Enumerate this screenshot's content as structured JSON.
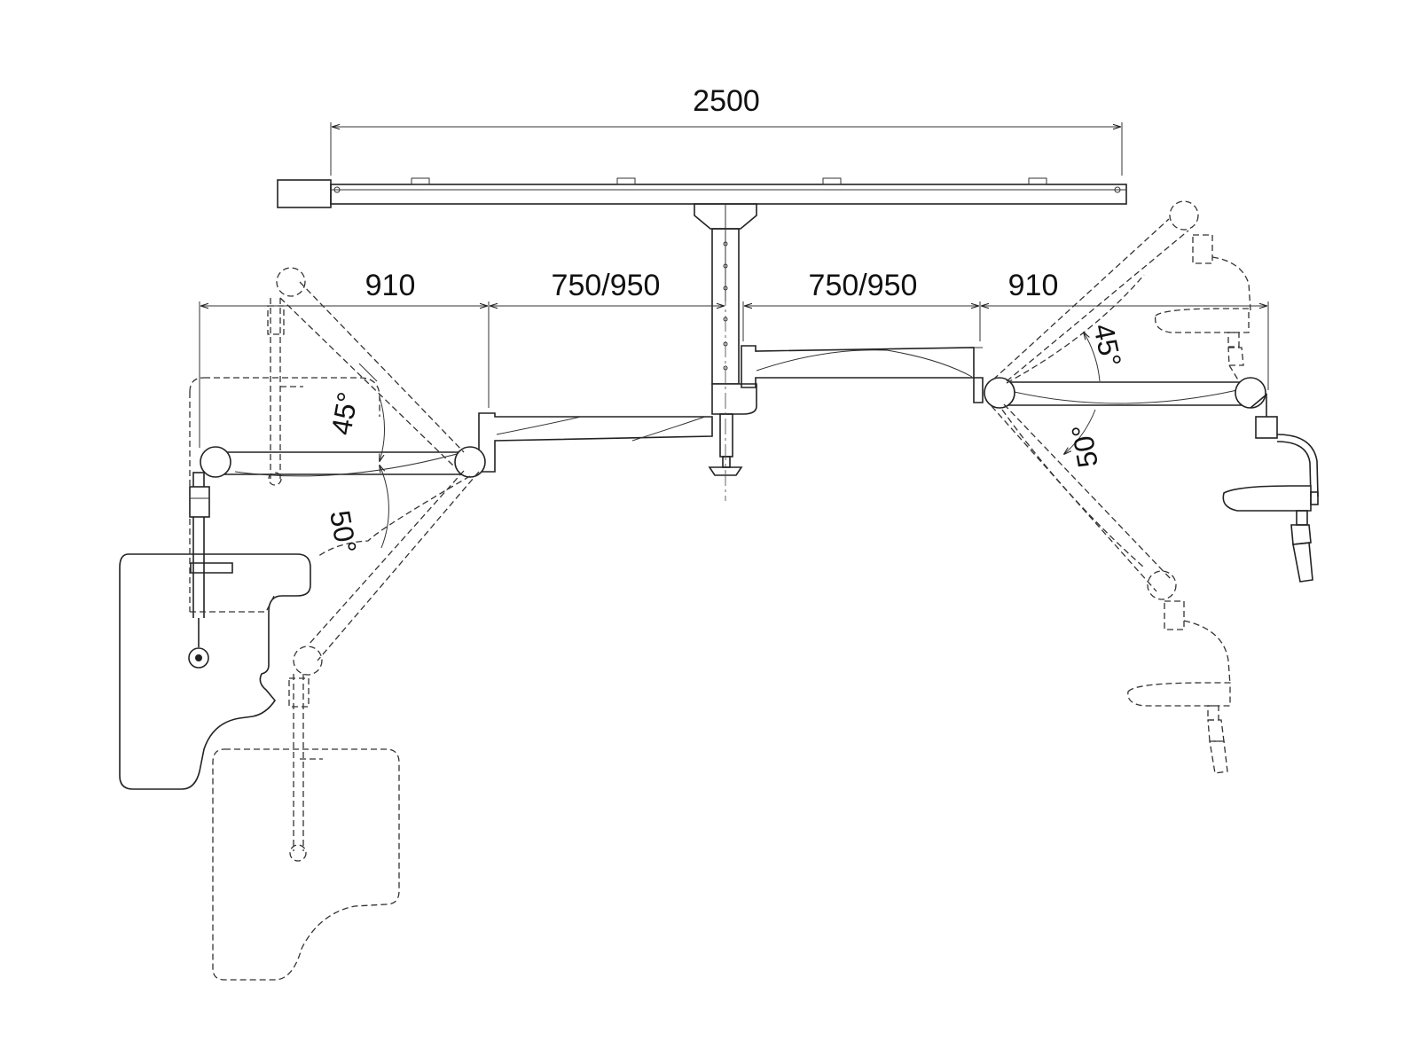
{
  "diagram": {
    "dimensions": {
      "overall_width": "2500",
      "left_outer_reach": "910",
      "left_inner_reach": "750/950",
      "right_inner_reach": "750/950",
      "right_outer_reach": "910"
    },
    "angles": {
      "left_up": "45°",
      "left_down": "50°",
      "right_up": "45°",
      "right_down": "50°"
    }
  }
}
